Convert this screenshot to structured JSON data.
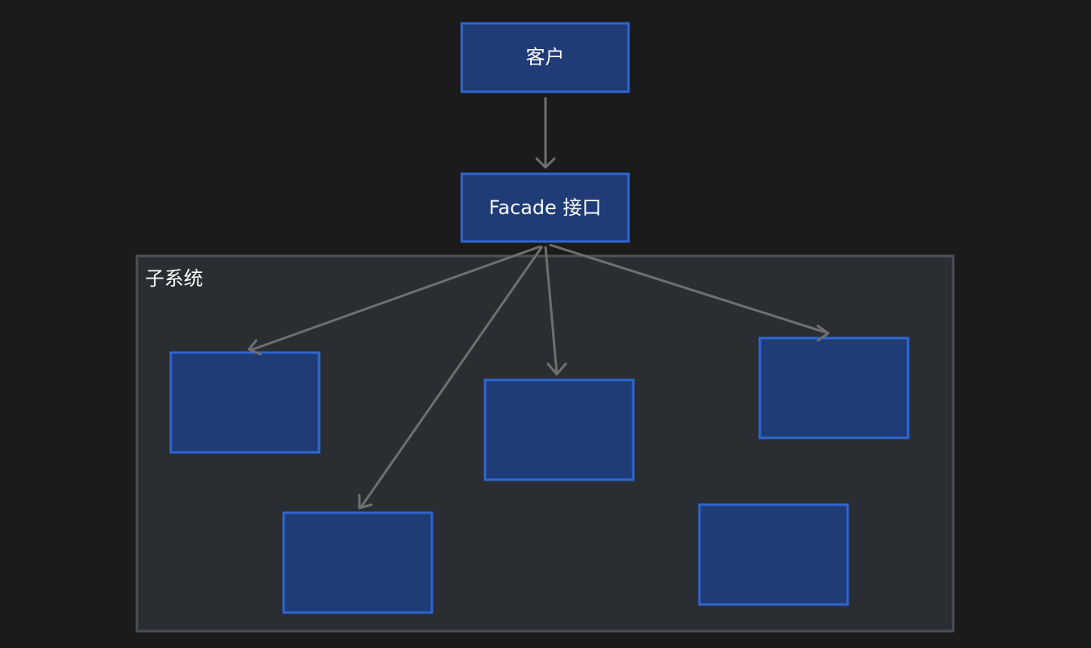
{
  "diagram": {
    "client": {
      "label": "客户"
    },
    "facade": {
      "label": "Facade 接口"
    },
    "subsystem": {
      "label": "子系统",
      "modules": [
        {
          "id": "module-1",
          "label": ""
        },
        {
          "id": "module-2",
          "label": ""
        },
        {
          "id": "module-3",
          "label": ""
        },
        {
          "id": "module-4",
          "label": ""
        },
        {
          "id": "module-5",
          "label": ""
        }
      ]
    },
    "edges": [
      {
        "from": "client",
        "to": "facade"
      },
      {
        "from": "facade",
        "to": "module-1"
      },
      {
        "from": "facade",
        "to": "module-4"
      },
      {
        "from": "facade",
        "to": "module-2"
      },
      {
        "from": "facade",
        "to": "module-3"
      }
    ]
  }
}
